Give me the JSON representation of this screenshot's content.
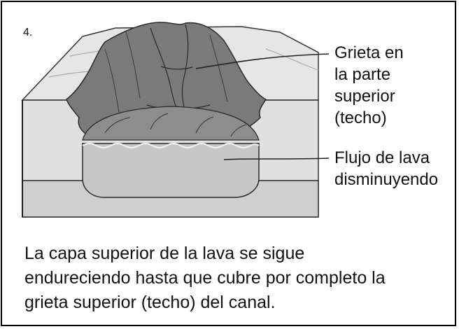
{
  "step_number": "4.",
  "labels": {
    "crack": [
      "Grieta en",
      "la parte",
      "superior",
      "(techo)"
    ],
    "flow": [
      "Flujo de lava",
      "disminuyendo"
    ]
  },
  "caption": [
    "La capa superior de la lava se sigue",
    "endureciendo hasta que cubre por completo la",
    "grieta superior (techo) del canal."
  ],
  "colors": {
    "frame": "#000000",
    "ground_light": "#e3e3e3",
    "ground_mid": "#cdcdcd",
    "crust_dark": "#6e6e6e",
    "crust_mid": "#8c8c8c",
    "lava_flow": "#c9c9c9",
    "leader": "#222222"
  }
}
